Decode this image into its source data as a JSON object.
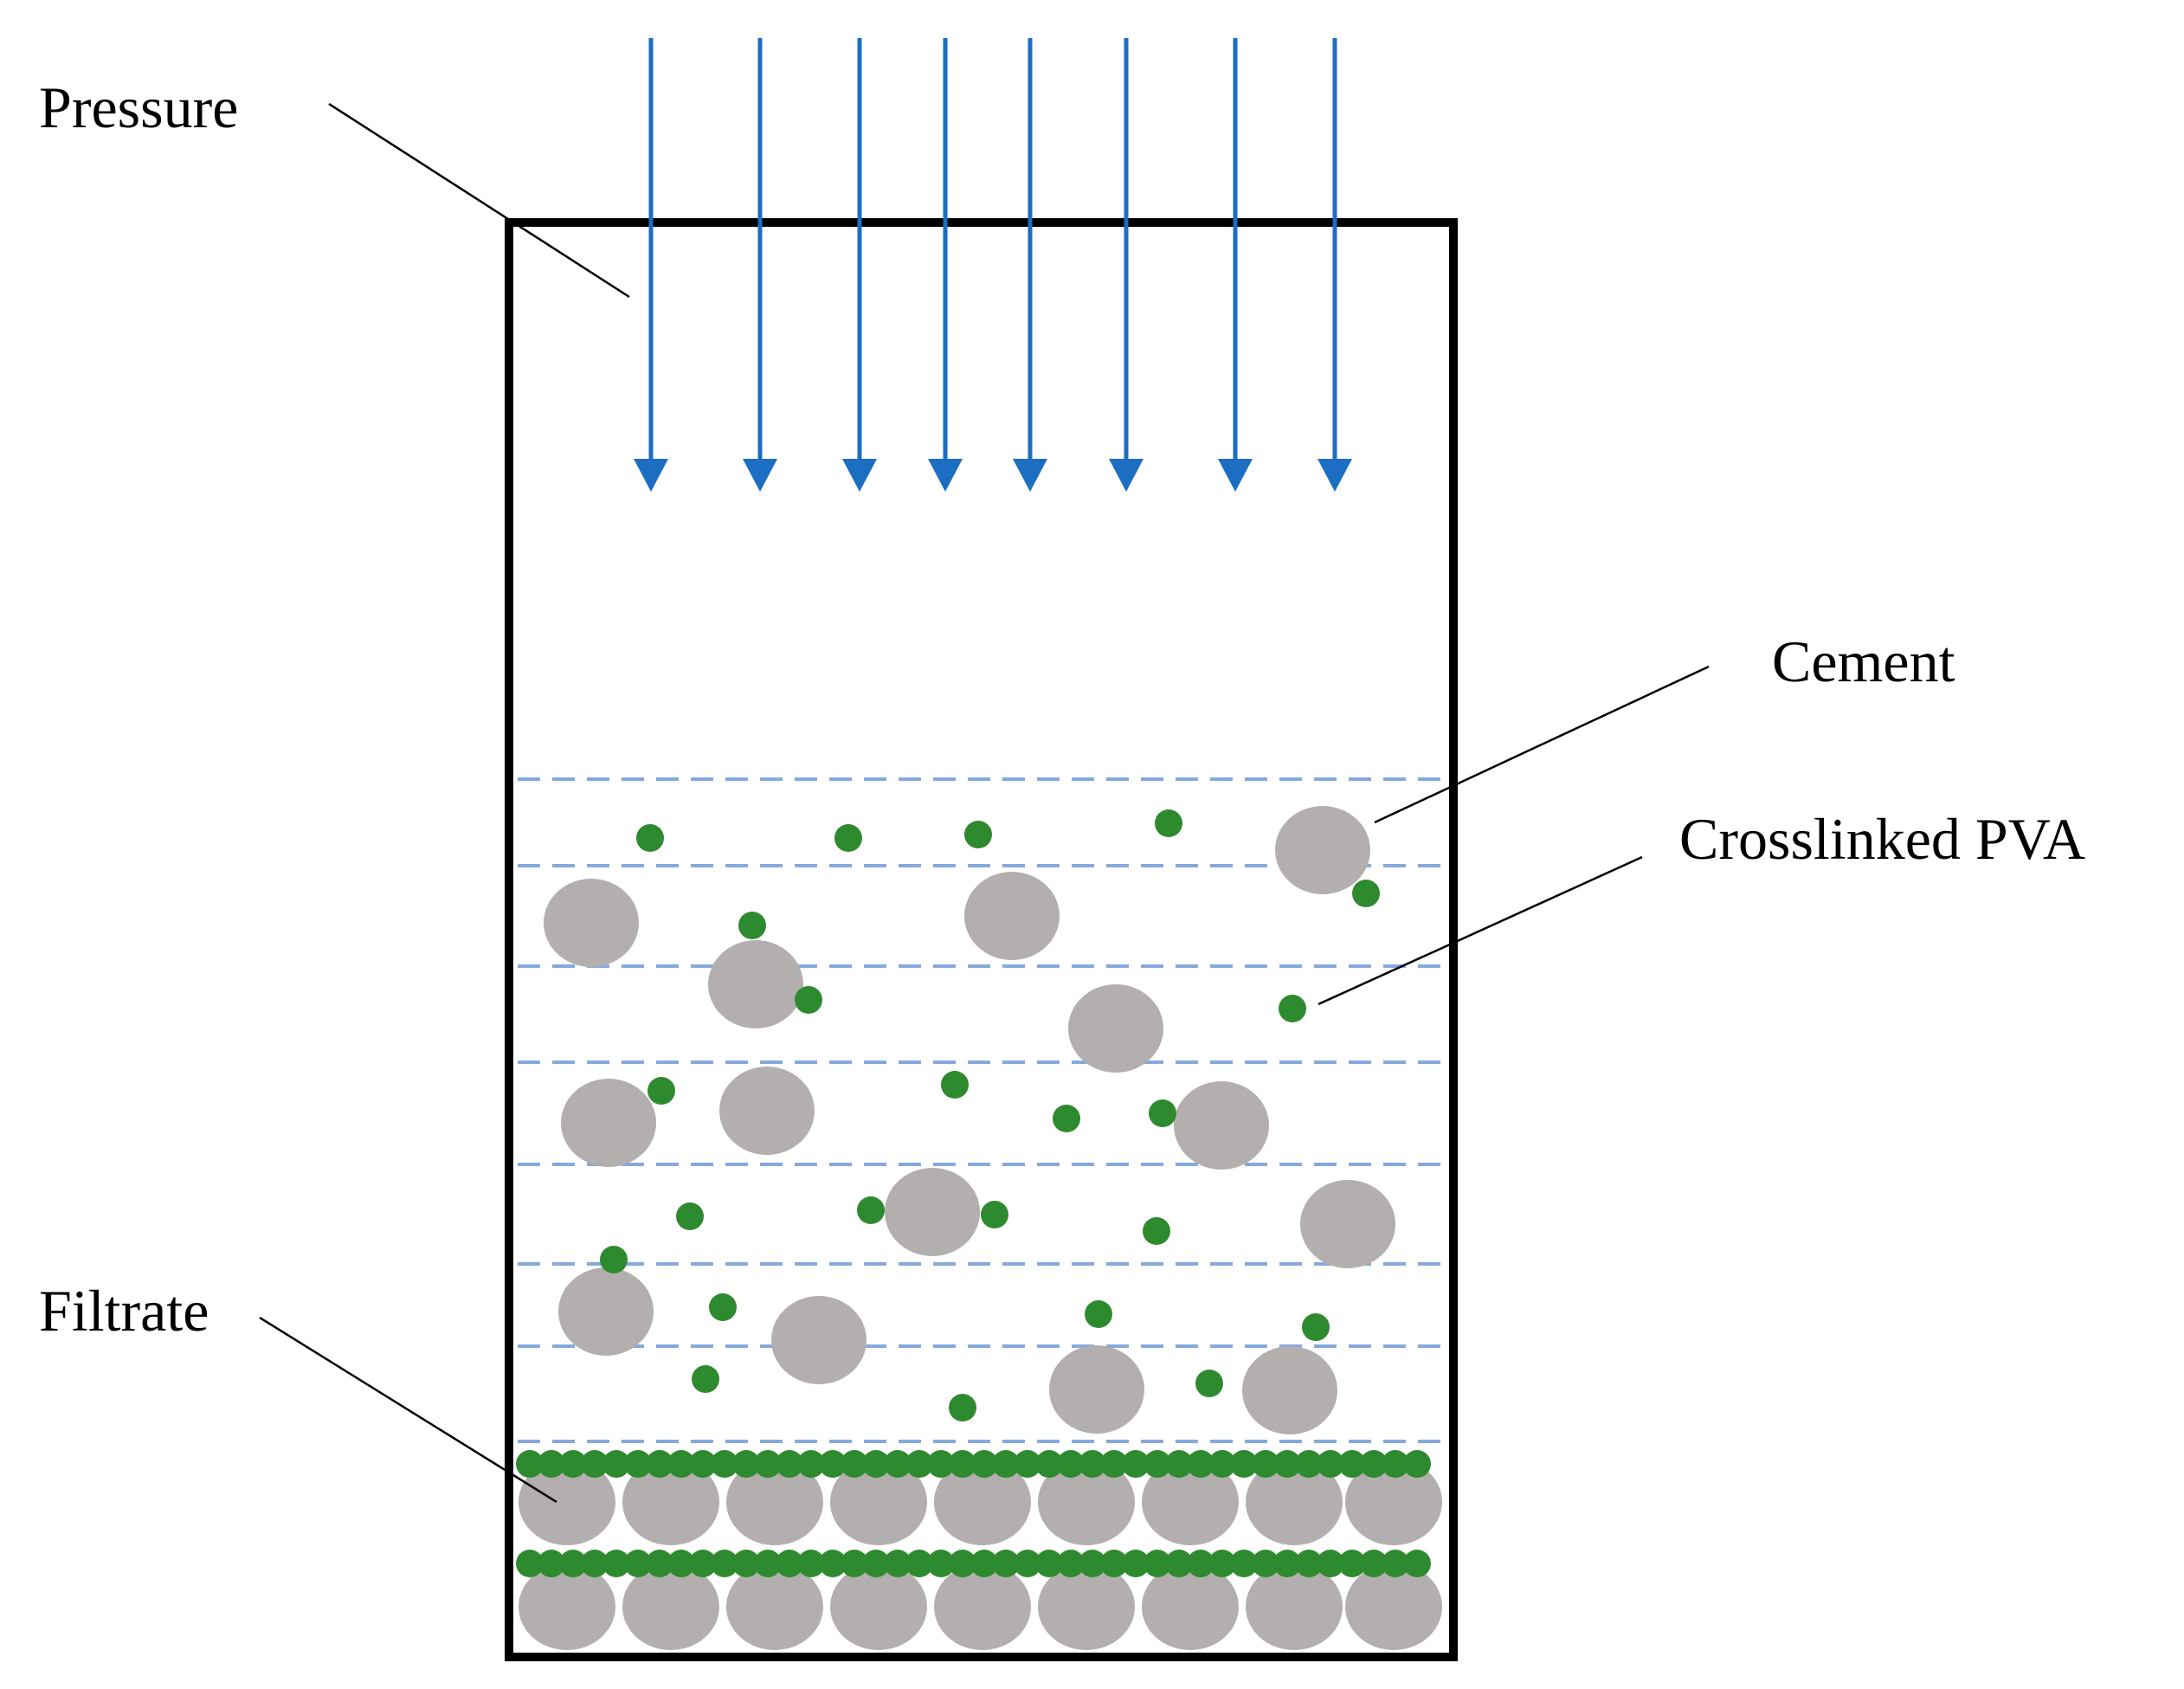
{
  "labels": {
    "pressure": "Pressure",
    "cement": "Cement",
    "crosslinked_pva": "Crosslinked PVA",
    "filtrate": "Filtrate"
  },
  "colors": {
    "arrow": "#1b6ec2",
    "dashed_line": "#86a9dd",
    "cement": "#b3afae",
    "pva": "#2e8a2e",
    "container": "#000000",
    "leader": "#000000"
  },
  "counts": {
    "pressure_arrows": 8,
    "dashed_layers": 8,
    "filter_cake_rows": 2,
    "cement_per_row": 9
  }
}
